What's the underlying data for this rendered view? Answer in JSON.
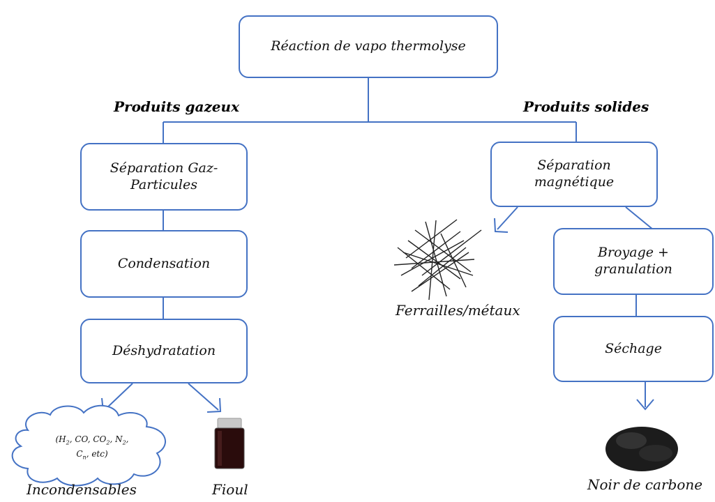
{
  "top": {
    "label": "Réaction de vapo thermolyse"
  },
  "headers": {
    "left": "Produits gazeux",
    "right": "Produits solides"
  },
  "left_steps": [
    {
      "label": "Séparation Gaz-Particules"
    },
    {
      "label": "Condensation"
    },
    {
      "label": "Déshydratation"
    }
  ],
  "right_steps": [
    {
      "label": "Séparation magnétique"
    },
    {
      "label": "Broyage + granulation"
    },
    {
      "label": "Séchage"
    }
  ],
  "outputs": {
    "incondensables": "Incondensables",
    "fioul": "Fioul",
    "ferrailles": "Ferrailles/métaux",
    "noir": "Noir de carbone"
  },
  "cloud": {
    "h": "(H",
    "h_sub": "2",
    "co": ", CO, CO",
    "co_sub": "2",
    "n": ", N",
    "n_sub": "2",
    "comma": ",",
    "c": "C",
    "c_sub": "n",
    "etc": ", etc)"
  },
  "colors": {
    "line": "#4472c4"
  }
}
